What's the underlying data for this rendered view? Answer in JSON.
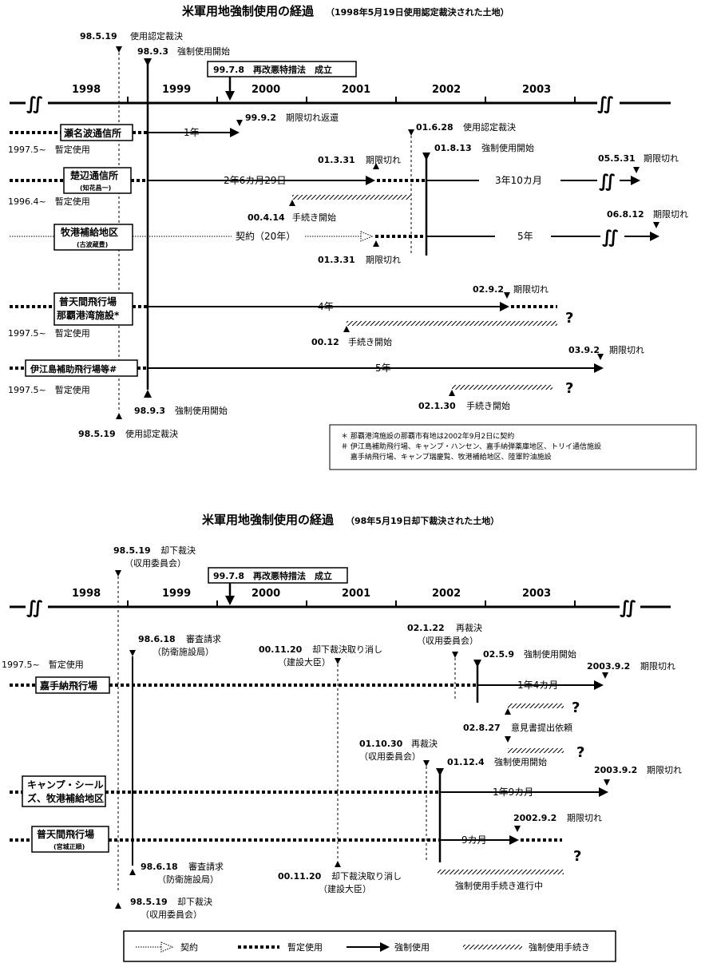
{
  "top": {
    "title": "米軍用地強制使用の経過",
    "subtitle": "（1998年5月19日使用認定裁決された土地）",
    "years": [
      "1998",
      "1999",
      "2000",
      "2001",
      "2002",
      "2003"
    ],
    "ev_9858": "98.5.19",
    "ev_9858_t": "使用認定裁決",
    "ev_9893": "98.9.3",
    "ev_9893_t": "強制使用開始",
    "tokusoho_box": "99.7.8　再改悪特措法　成立",
    "ev_9858b": "98.5.19",
    "ev_9858b_t": "使用認定裁決",
    "ev_9893b": "98.9.3",
    "ev_9893b_t": "強制使用開始",
    "rows": {
      "sena": {
        "name": "瀬名波通信所",
        "prov": "1997.5~　暫定使用",
        "dur": "1年",
        "end": "99.9.2",
        "end_t": "期限切れ返還"
      },
      "sobe": {
        "name": "楚辺通信所",
        "sub": "(知花昌一)",
        "prov": "1996.4~　暫定使用",
        "dur1": "2年6カ月29日",
        "exp": "01.3.31",
        "exp_t": "期限切れ",
        "nin": "01.6.28",
        "nin_t": "使用認定裁決",
        "start": "01.8.13",
        "start_t": "強制使用開始",
        "dur2": "3年10カ月",
        "end": "05.5.31",
        "end_t": "期限切れ",
        "proc": "00.4.14",
        "proc_t": "手続き開始"
      },
      "makiminato": {
        "name": "牧港補給地区",
        "sub": "(古波蔵豊)",
        "contract": "契約（20年）",
        "exp": "01.3.31",
        "exp_t": "期限切れ",
        "dur": "5年",
        "end": "06.8.12",
        "end_t": "期限切れ"
      },
      "futenma": {
        "name1": "普天間飛行場",
        "name2": "那覇港湾施設*",
        "prov": "1997.5~　暫定使用",
        "dur": "4年",
        "end": "02.9.2",
        "end_t": "期限切れ",
        "proc": "00.12",
        "proc_t": "手続き開始",
        "q": "?"
      },
      "iejima": {
        "name": "伊江島補助飛行場等#",
        "prov": "1997.5~　暫定使用",
        "dur": "5年",
        "end": "03.9.2",
        "end_t": "期限切れ",
        "proc": "02.1.30",
        "proc_t": "手続き開始",
        "q": "?"
      }
    },
    "notes": [
      "＊ 那覇港湾施設の那覇市有地は2002年9月2日に契約",
      "＃ 伊江島補助飛行場、キャンプ・ハンセン、嘉手納弾薬庫地区、トリイ通信施設",
      "　 嘉手納飛行場、キャンプ瑞慶覧、牧港補給地区、陸軍貯油施設"
    ]
  },
  "bottom": {
    "title": "米軍用地強制使用の経過",
    "subtitle": "（98年5月19日却下裁決された土地）",
    "years": [
      "1998",
      "1999",
      "2000",
      "2001",
      "2002",
      "2003"
    ],
    "ev_kyakka": "98.5.19",
    "ev_kyakka_t": "却下裁決",
    "ev_kyakka_s": "（収用委員会）",
    "tokusoho_box": "99.7.8　再改悪特措法　成立",
    "shinsa": "98.6.18",
    "shinsa_t": "審査請求",
    "shinsa_s": "（防衛施設局）",
    "torikeshi": "00.11.20",
    "torikeshi_t": "却下裁決取り消し",
    "torikeshi_s": "（建設大臣）",
    "saisai1": "02.1.22",
    "saisai1_t": "再裁決",
    "saisai1_s": "（収用委員会）",
    "kyosei1": "02.5.9",
    "kyosei1_t": "強制使用開始",
    "prov": "1997.5~　暫定使用",
    "kadena": "嘉手納飛行場",
    "kadena_dur": "1年4カ月",
    "kadena_end": "2003.9.2",
    "kadena_end_t": "期限切れ",
    "q1": "?",
    "iken": "02.8.27",
    "iken_t": "意見書提出依頼",
    "q2": "?",
    "saisai2": "01.10.30",
    "saisai2_t": "再裁決",
    "saisai2_s": "（収用委員会）",
    "kyosei2": "01.12.4",
    "kyosei2_t": "強制使用開始",
    "schwab1": "キャンプ・シール",
    "schwab2": "ズ、牧港補給地区",
    "schwab_dur": "1年9カ月",
    "schwab_end": "2003.9.2",
    "schwab_end_t": "期限切れ",
    "futenma": "普天間飛行場",
    "futenma_sub": "(宮城正順)",
    "futenma_dur": "9カ月",
    "futenma_end": "2002.9.2",
    "futenma_end_t": "期限切れ",
    "q3": "?",
    "shinsa_b": "98.6.18",
    "shinsa_b_t": "審査請求",
    "shinsa_b_s": "（防衛施設局）",
    "torikeshi_b": "00.11.20",
    "torikeshi_b_t": "却下裁決取り消し",
    "torikeshi_b_s": "（建設大臣）",
    "kyakka_b": "98.5.19",
    "kyakka_b_t": "却下裁決",
    "kyakka_b_s": "（収用委員会）",
    "shinkochu": "強制使用手続き進行中"
  },
  "legend": {
    "contract": "契約",
    "provisional": "暫定使用",
    "forced": "強制使用",
    "procedure": "強制使用手続き"
  }
}
